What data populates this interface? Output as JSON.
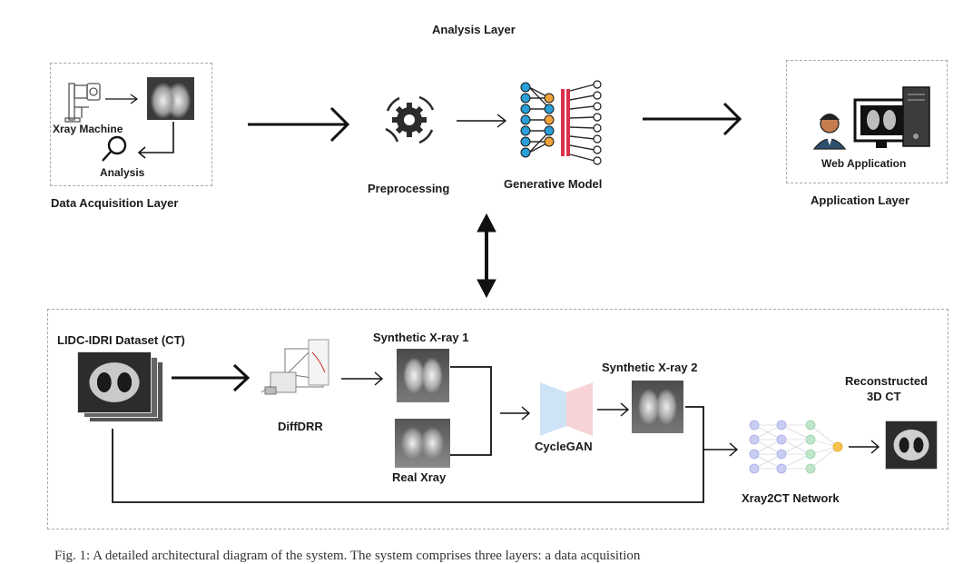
{
  "top": {
    "analysis_title": "Analysis Layer",
    "data_acq": {
      "title": "Data Acquisition Layer",
      "xray_machine": "Xray Machine",
      "analysis": "Analysis"
    },
    "preprocessing": "Preprocessing",
    "generative_model": "Generative Model",
    "app_layer": {
      "title": "Application Layer",
      "web_app": "Web Application"
    }
  },
  "bottom": {
    "dataset": "LIDC-IDRI Dataset (CT)",
    "diffdrr": "DiffDRR",
    "synthetic1": "Synthetic X-ray 1",
    "real_xray": "Real Xray",
    "cyclegan": "CycleGAN",
    "synthetic2": "Synthetic X-ray 2",
    "xray2ct": "Xray2CT Network",
    "reconstructed_line1": "Reconstructed",
    "reconstructed_line2": "3D CT"
  },
  "caption": "Fig. 1: A detailed architectural diagram of the system. The system comprises three layers: a data acquisition"
}
